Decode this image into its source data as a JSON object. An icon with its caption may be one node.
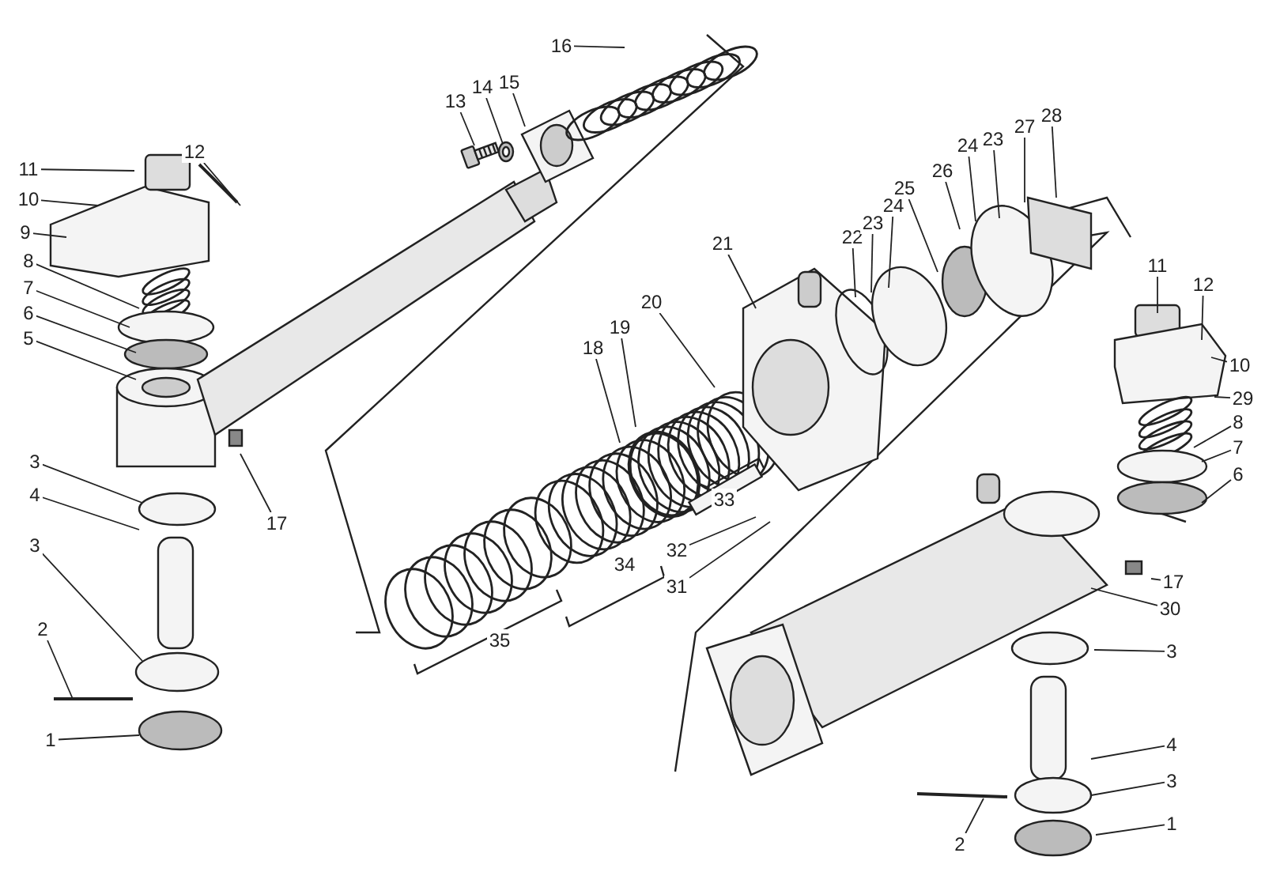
{
  "diagram": {
    "nodes": [
      {
        "text": [
          "11"
        ]
      },
      {
        "text": [
          "12"
        ]
      },
      {
        "text": [
          "10"
        ]
      },
      {
        "text": [
          "9"
        ]
      },
      {
        "text": [
          "8"
        ]
      },
      {
        "text": [
          "7"
        ]
      },
      {
        "text": [
          "6"
        ]
      },
      {
        "text": [
          "5"
        ]
      },
      {
        "text": [
          "3"
        ]
      },
      {
        "text": [
          "4"
        ]
      },
      {
        "text": [
          "17"
        ]
      },
      {
        "text": [
          "3"
        ]
      },
      {
        "text": [
          "2"
        ]
      },
      {
        "text": [
          "1"
        ]
      },
      {
        "text": [
          "16"
        ]
      },
      {
        "text": [
          "13"
        ]
      },
      {
        "text": [
          "14"
        ]
      },
      {
        "text": [
          "15"
        ]
      },
      {
        "text": [
          "21"
        ]
      },
      {
        "text": [
          "20"
        ]
      },
      {
        "text": [
          "19"
        ]
      },
      {
        "text": [
          "18"
        ]
      },
      {
        "text": [
          "32"
        ]
      },
      {
        "text": [
          "31"
        ]
      },
      {
        "text": [
          "22"
        ]
      },
      {
        "text": [
          "23"
        ]
      },
      {
        "text": [
          "24"
        ]
      },
      {
        "text": [
          "25"
        ]
      },
      {
        "text": [
          "26"
        ]
      },
      {
        "text": [
          "24"
        ]
      },
      {
        "text": [
          "23"
        ]
      },
      {
        "text": [
          "27"
        ]
      },
      {
        "text": [
          "28"
        ]
      },
      {
        "text": [
          "11"
        ]
      },
      {
        "text": [
          "12"
        ]
      },
      {
        "text": [
          "10"
        ]
      },
      {
        "text": [
          "29"
        ]
      },
      {
        "text": [
          "8"
        ]
      },
      {
        "text": [
          "7"
        ]
      },
      {
        "text": [
          "6"
        ]
      },
      {
        "text": [
          "17"
        ]
      },
      {
        "text": [
          "30"
        ]
      },
      {
        "text": [
          "3"
        ]
      },
      {
        "text": [
          "4"
        ]
      },
      {
        "text": [
          "3"
        ]
      },
      {
        "text": [
          "1"
        ]
      },
      {
        "text": [
          "2"
        ]
      },
      {
        "text": [
          "33"
        ]
      },
      {
        "text": [
          "34"
        ]
      },
      {
        "text": [
          "35"
        ]
      },
      {
        "text": [],
        "shape": "picture"
      },
      {
        "text": [],
        "shape": "picture"
      }
    ],
    "edges": [
      {
        "from": 0,
        "to": null,
        "arrow": "none"
      },
      {
        "from": 1,
        "to": null,
        "arrow": "none"
      },
      {
        "from": 2,
        "to": null,
        "arrow": "none"
      },
      {
        "from": 3,
        "to": null,
        "arrow": "none"
      },
      {
        "from": 4,
        "to": null,
        "arrow": "none"
      },
      {
        "from": 5,
        "to": null,
        "arrow": "none"
      },
      {
        "from": 6,
        "to": null,
        "arrow": "none"
      },
      {
        "from": 7,
        "to": null,
        "arrow": "none"
      },
      {
        "from": 8,
        "to": null,
        "arrow": "none"
      },
      {
        "from": 9,
        "to": null,
        "arrow": "none"
      },
      {
        "from": 10,
        "to": null,
        "arrow": "none"
      },
      {
        "from": 11,
        "to": null,
        "arrow": "none"
      },
      {
        "from": 12,
        "to": null,
        "arrow": "none"
      },
      {
        "from": 13,
        "to": null,
        "arrow": "none"
      },
      {
        "from": 14,
        "to": null,
        "arrow": "none"
      },
      {
        "from": 15,
        "to": 50,
        "arrow": "none"
      },
      {
        "from": 16,
        "to": 51,
        "arrow": "none"
      },
      {
        "from": 17,
        "to": null,
        "arrow": "none"
      },
      {
        "from": 18,
        "to": null,
        "arrow": "none"
      },
      {
        "from": 19,
        "to": null,
        "arrow": "none"
      },
      {
        "from": 20,
        "to": null,
        "arrow": "none"
      },
      {
        "from": 21,
        "to": null,
        "arrow": "none"
      },
      {
        "from": 22,
        "to": null,
        "arrow": "none"
      },
      {
        "from": 23,
        "to": null,
        "arrow": "none"
      },
      {
        "from": 24,
        "to": null,
        "arrow": "none"
      },
      {
        "from": 25,
        "to": null,
        "arrow": "none"
      },
      {
        "from": 26,
        "to": null,
        "arrow": "none"
      },
      {
        "from": 27,
        "to": null,
        "arrow": "none"
      },
      {
        "from": 28,
        "to": null,
        "arrow": "none"
      },
      {
        "from": 29,
        "to": null,
        "arrow": "none"
      },
      {
        "from": 30,
        "to": null,
        "arrow": "none"
      },
      {
        "from": 31,
        "to": null,
        "arrow": "none"
      },
      {
        "from": 32,
        "to": null,
        "arrow": "none"
      },
      {
        "from": 33,
        "to": null,
        "arrow": "none"
      },
      {
        "from": 34,
        "to": null,
        "arrow": "none"
      },
      {
        "from": 35,
        "to": null,
        "arrow": "none"
      },
      {
        "from": 36,
        "to": null,
        "arrow": "none"
      },
      {
        "from": 37,
        "to": null,
        "arrow": "none"
      },
      {
        "from": 38,
        "to": null,
        "arrow": "none"
      },
      {
        "from": 39,
        "to": null,
        "arrow": "none"
      },
      {
        "from": 40,
        "to": null,
        "arrow": "none"
      },
      {
        "from": 41,
        "to": null,
        "arrow": "none"
      },
      {
        "from": 42,
        "to": null,
        "arrow": "none"
      },
      {
        "from": 43,
        "to": null,
        "arrow": "none"
      },
      {
        "from": 44,
        "to": null,
        "arrow": "none"
      },
      {
        "from": 45,
        "to": null,
        "arrow": "none"
      },
      {
        "from": 46,
        "to": null,
        "arrow": "none"
      }
    ]
  }
}
